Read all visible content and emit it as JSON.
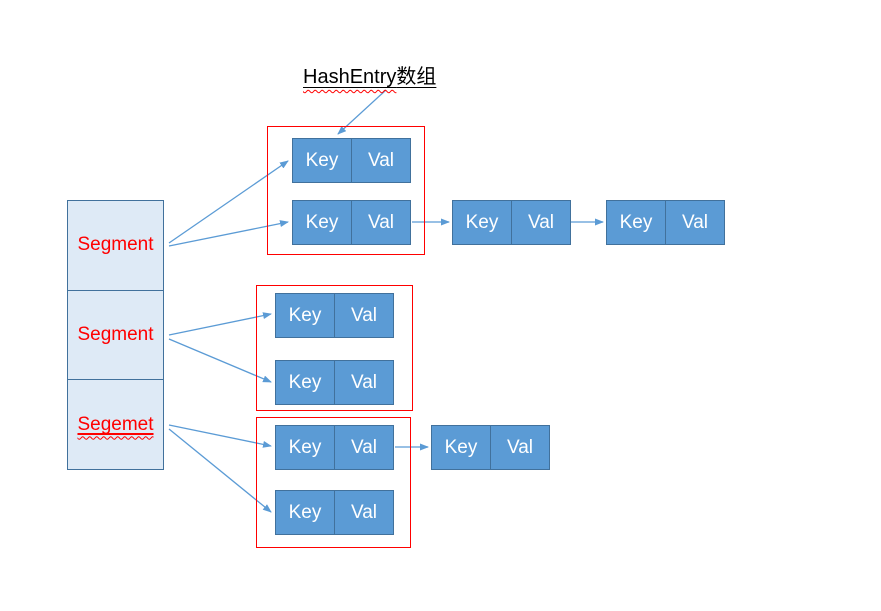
{
  "title": {
    "word": "HashEntry",
    "suffix": "数组"
  },
  "segments": {
    "items": [
      {
        "label": "Segment"
      },
      {
        "label": "Segment"
      },
      {
        "label": "Segemet"
      }
    ]
  },
  "nodes": {
    "items": [
      {
        "key": "Key",
        "val": "Val"
      },
      {
        "key": "Key",
        "val": "Val"
      },
      {
        "key": "Key",
        "val": "Val"
      },
      {
        "key": "Key",
        "val": "Val"
      },
      {
        "key": "Key",
        "val": "Val"
      },
      {
        "key": "Key",
        "val": "Val"
      },
      {
        "key": "Key",
        "val": "Val"
      },
      {
        "key": "Key",
        "val": "Val"
      },
      {
        "key": "Key",
        "val": "Val"
      }
    ]
  },
  "colors": {
    "accent_blue": "#5B9BD5",
    "border_blue": "#41719C",
    "light_blue_fill": "#DEEAF6",
    "red": "#FF0000",
    "arrow_blue": "#5B9BD5",
    "text_white": "#FFFFFF",
    "title_black": "#000000"
  }
}
